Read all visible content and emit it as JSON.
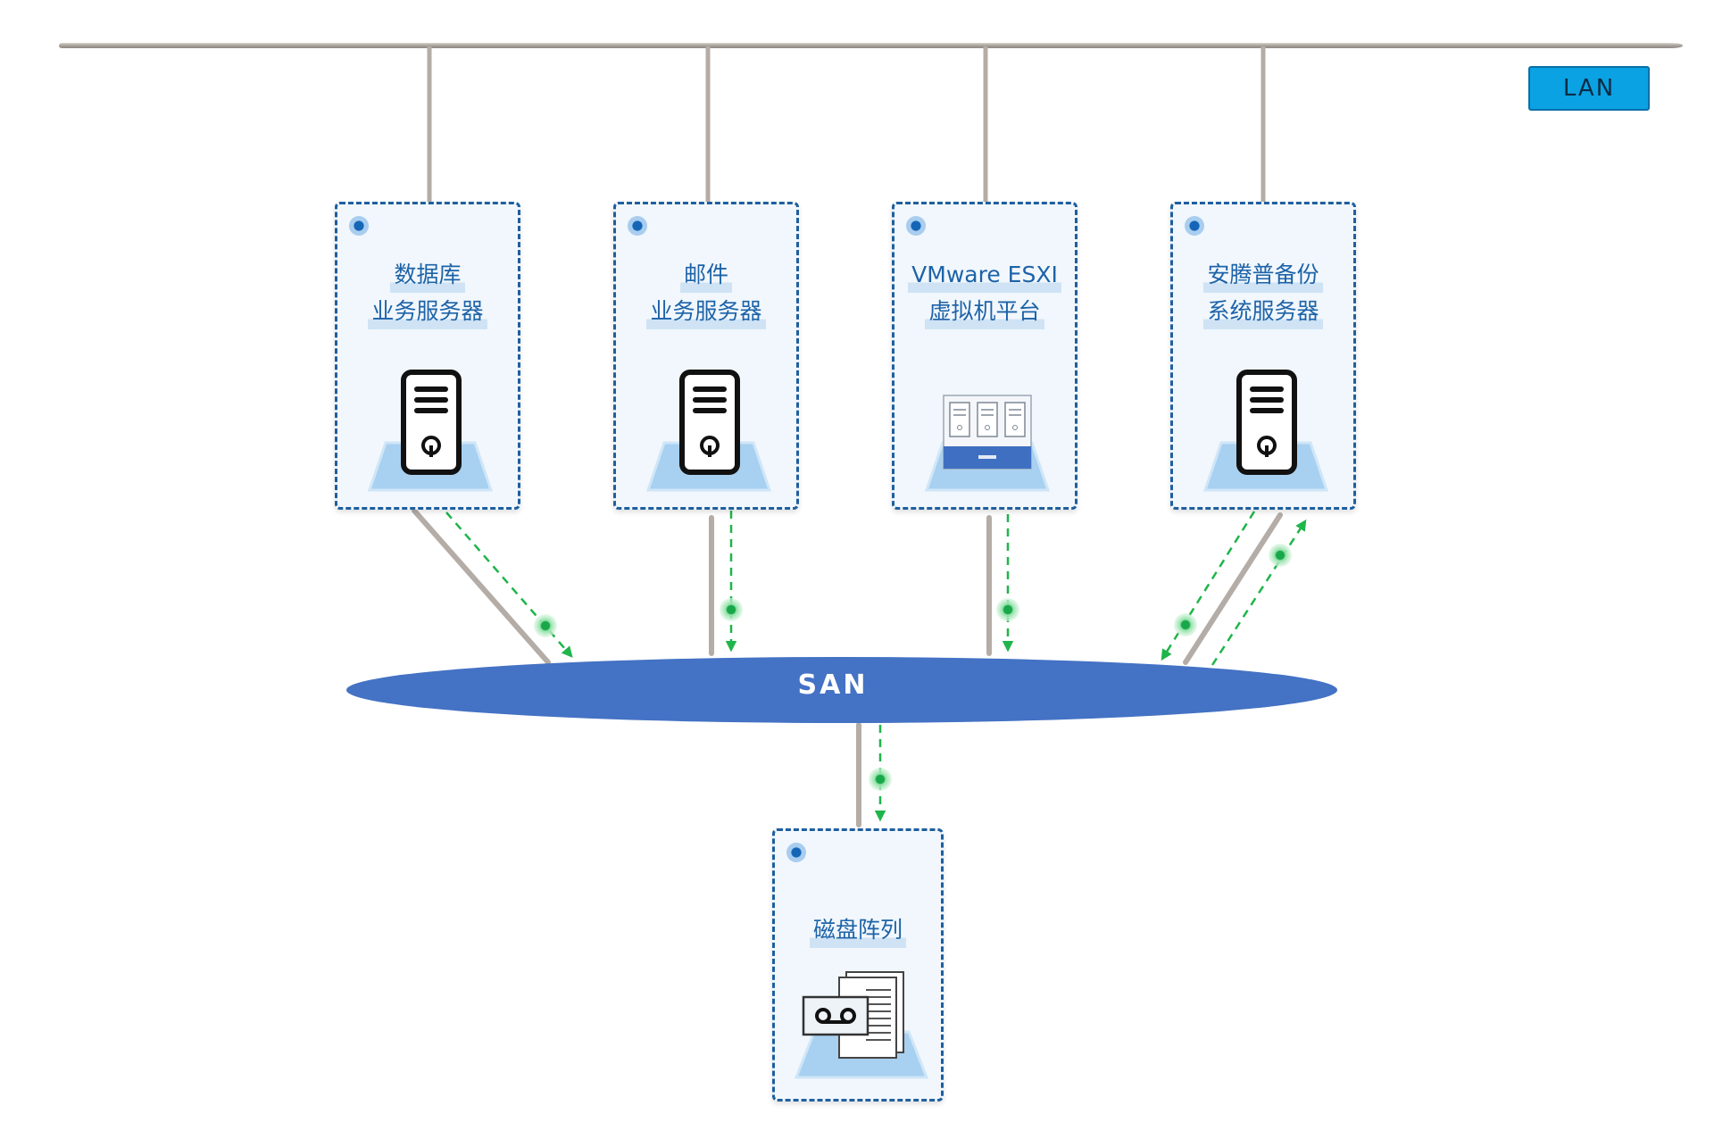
{
  "lan": {
    "label": "LAN"
  },
  "san": {
    "label": "SAN"
  },
  "nodes": [
    {
      "line1": "数据库",
      "line2": "业务服务器",
      "icon": "server-tower-icon"
    },
    {
      "line1": "邮件",
      "line2": "业务服务器",
      "icon": "server-tower-icon"
    },
    {
      "line1": "VMware ESXI",
      "line2": "虚拟机平台",
      "icon": "vmware-rack-icon"
    },
    {
      "line1": "安腾普备份",
      "line2": "系统服务器",
      "icon": "server-tower-icon"
    }
  ],
  "storage": {
    "label": "磁盘阵列",
    "icon": "tape-storage-icon"
  },
  "colors": {
    "lan_badge": "#0aa2e3",
    "san_ellipse": "#4472c4",
    "node_border": "#1f5f9e",
    "data_flow": "#1fb54a",
    "link": "#b4aca6"
  }
}
